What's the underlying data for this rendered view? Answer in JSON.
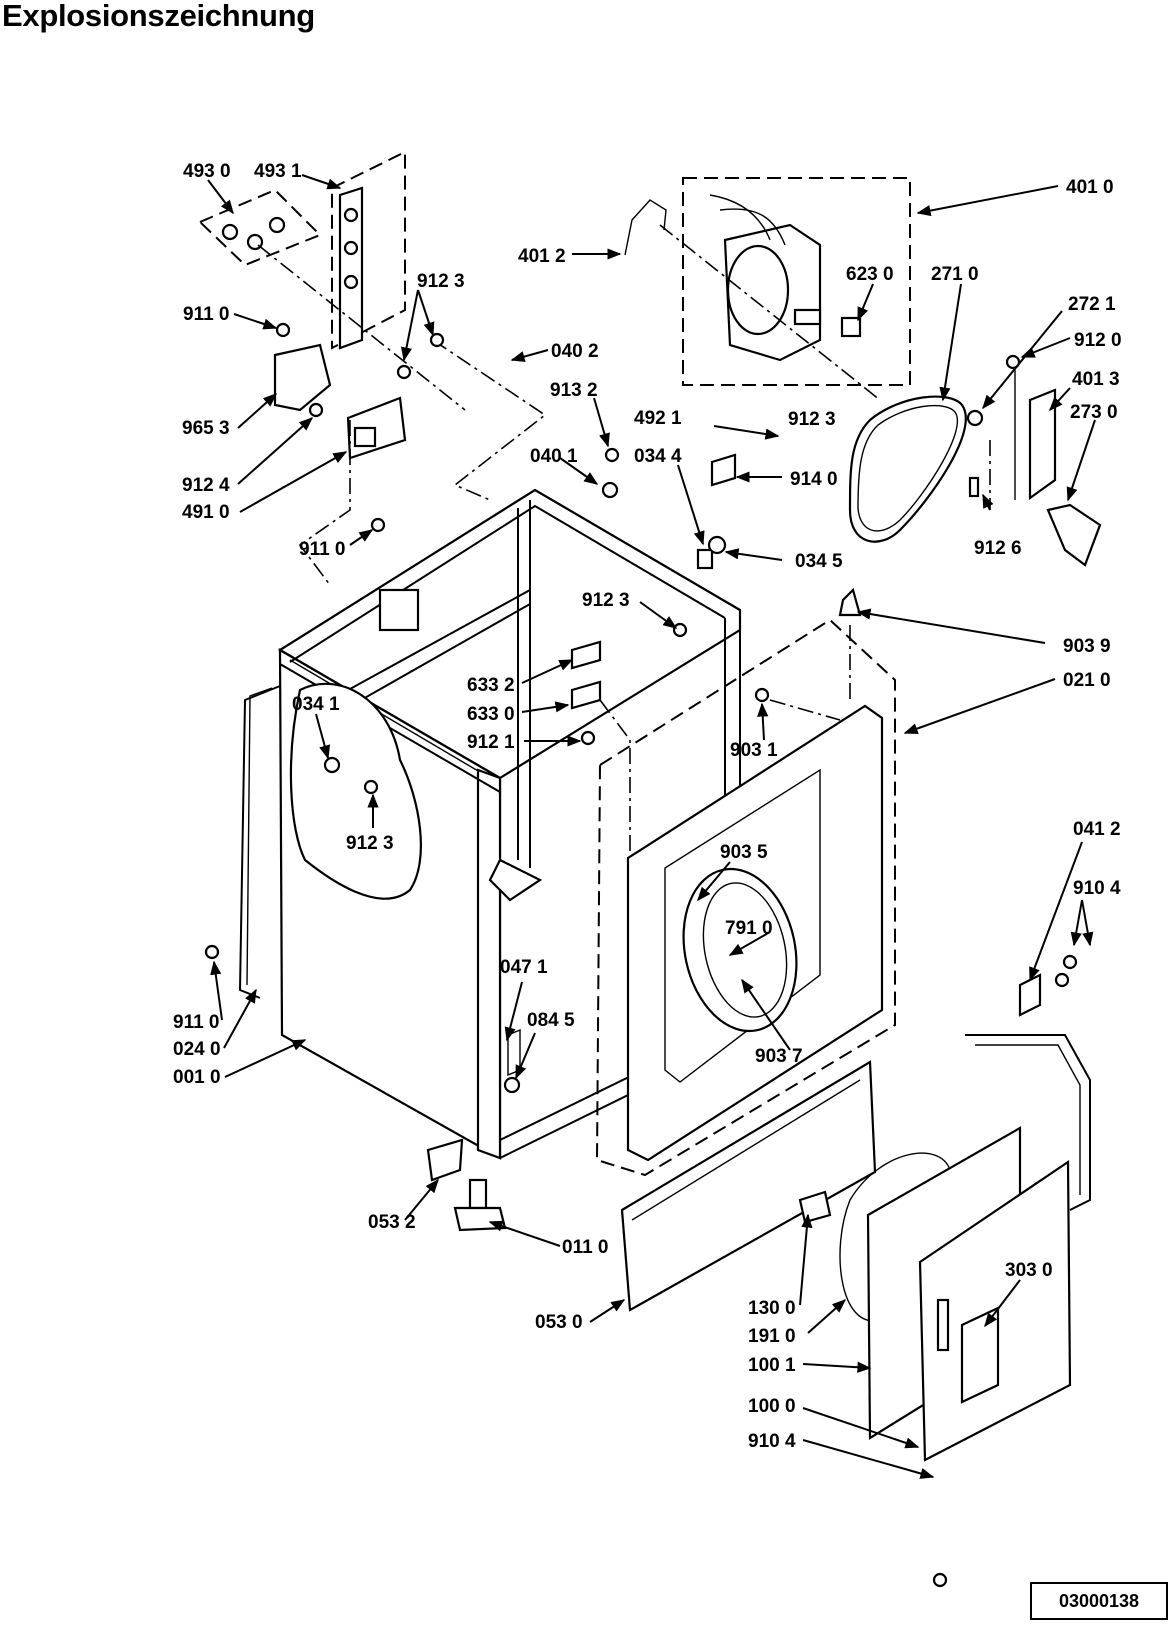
{
  "title": "Explosionszeichnung",
  "drawing_number": "03000138",
  "part_labels": [
    "493 0",
    "493 1",
    "401 0",
    "401 2",
    "623 0",
    "271 0",
    "272 1",
    "912 0",
    "911 0",
    "912 3",
    "040 2",
    "913 2",
    "401 3",
    "492 1",
    "912 3",
    "273 0",
    "965 3",
    "912 4",
    "491 0",
    "040 1",
    "034 4",
    "914 0",
    "911 0",
    "034 5",
    "912 6",
    "912 3",
    "903 9",
    "021 0",
    "633 2",
    "633 0",
    "912 1",
    "034 1",
    "903 1",
    "912 3",
    "903 5",
    "791 0",
    "041 2",
    "910 4",
    "047 1",
    "084 5",
    "911 0",
    "024 0",
    "001 0",
    "903 7",
    "053 2",
    "011 0",
    "303 0",
    "053 0",
    "130 0",
    "191 0",
    "100 1",
    "100 0",
    "910 4"
  ]
}
